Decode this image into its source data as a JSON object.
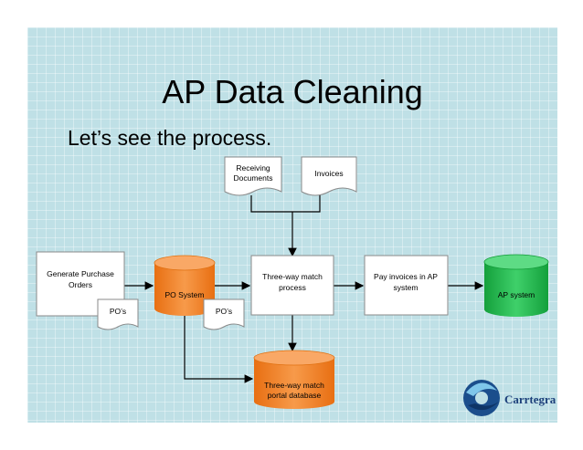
{
  "slide": {
    "title": "AP Data Cleaning",
    "subtitle": "Let’s see the process."
  },
  "diagram": {
    "receiving_documents": [
      "Receiving",
      "Documents"
    ],
    "invoices": "Invoices",
    "generate_po": [
      "Generate Purchase",
      "Orders"
    ],
    "pos_label_1": "PO’s",
    "po_system": "PO System",
    "pos_label_2": "PO’s",
    "three_way_match": [
      "Three-way match",
      "process"
    ],
    "pay_invoices": [
      "Pay invoices in AP",
      "system"
    ],
    "ap_system": "AP system",
    "portal_database": [
      "Three-way match",
      "portal database"
    ]
  },
  "logo": {
    "text": "Carrtegra",
    "icon": "carrtegra-logo-icon"
  },
  "colors": {
    "background": "#bfe0e6",
    "orange_cylinder": "#f58025",
    "green_cylinder": "#1fb24a",
    "box_stroke": "#8a8a8a"
  }
}
